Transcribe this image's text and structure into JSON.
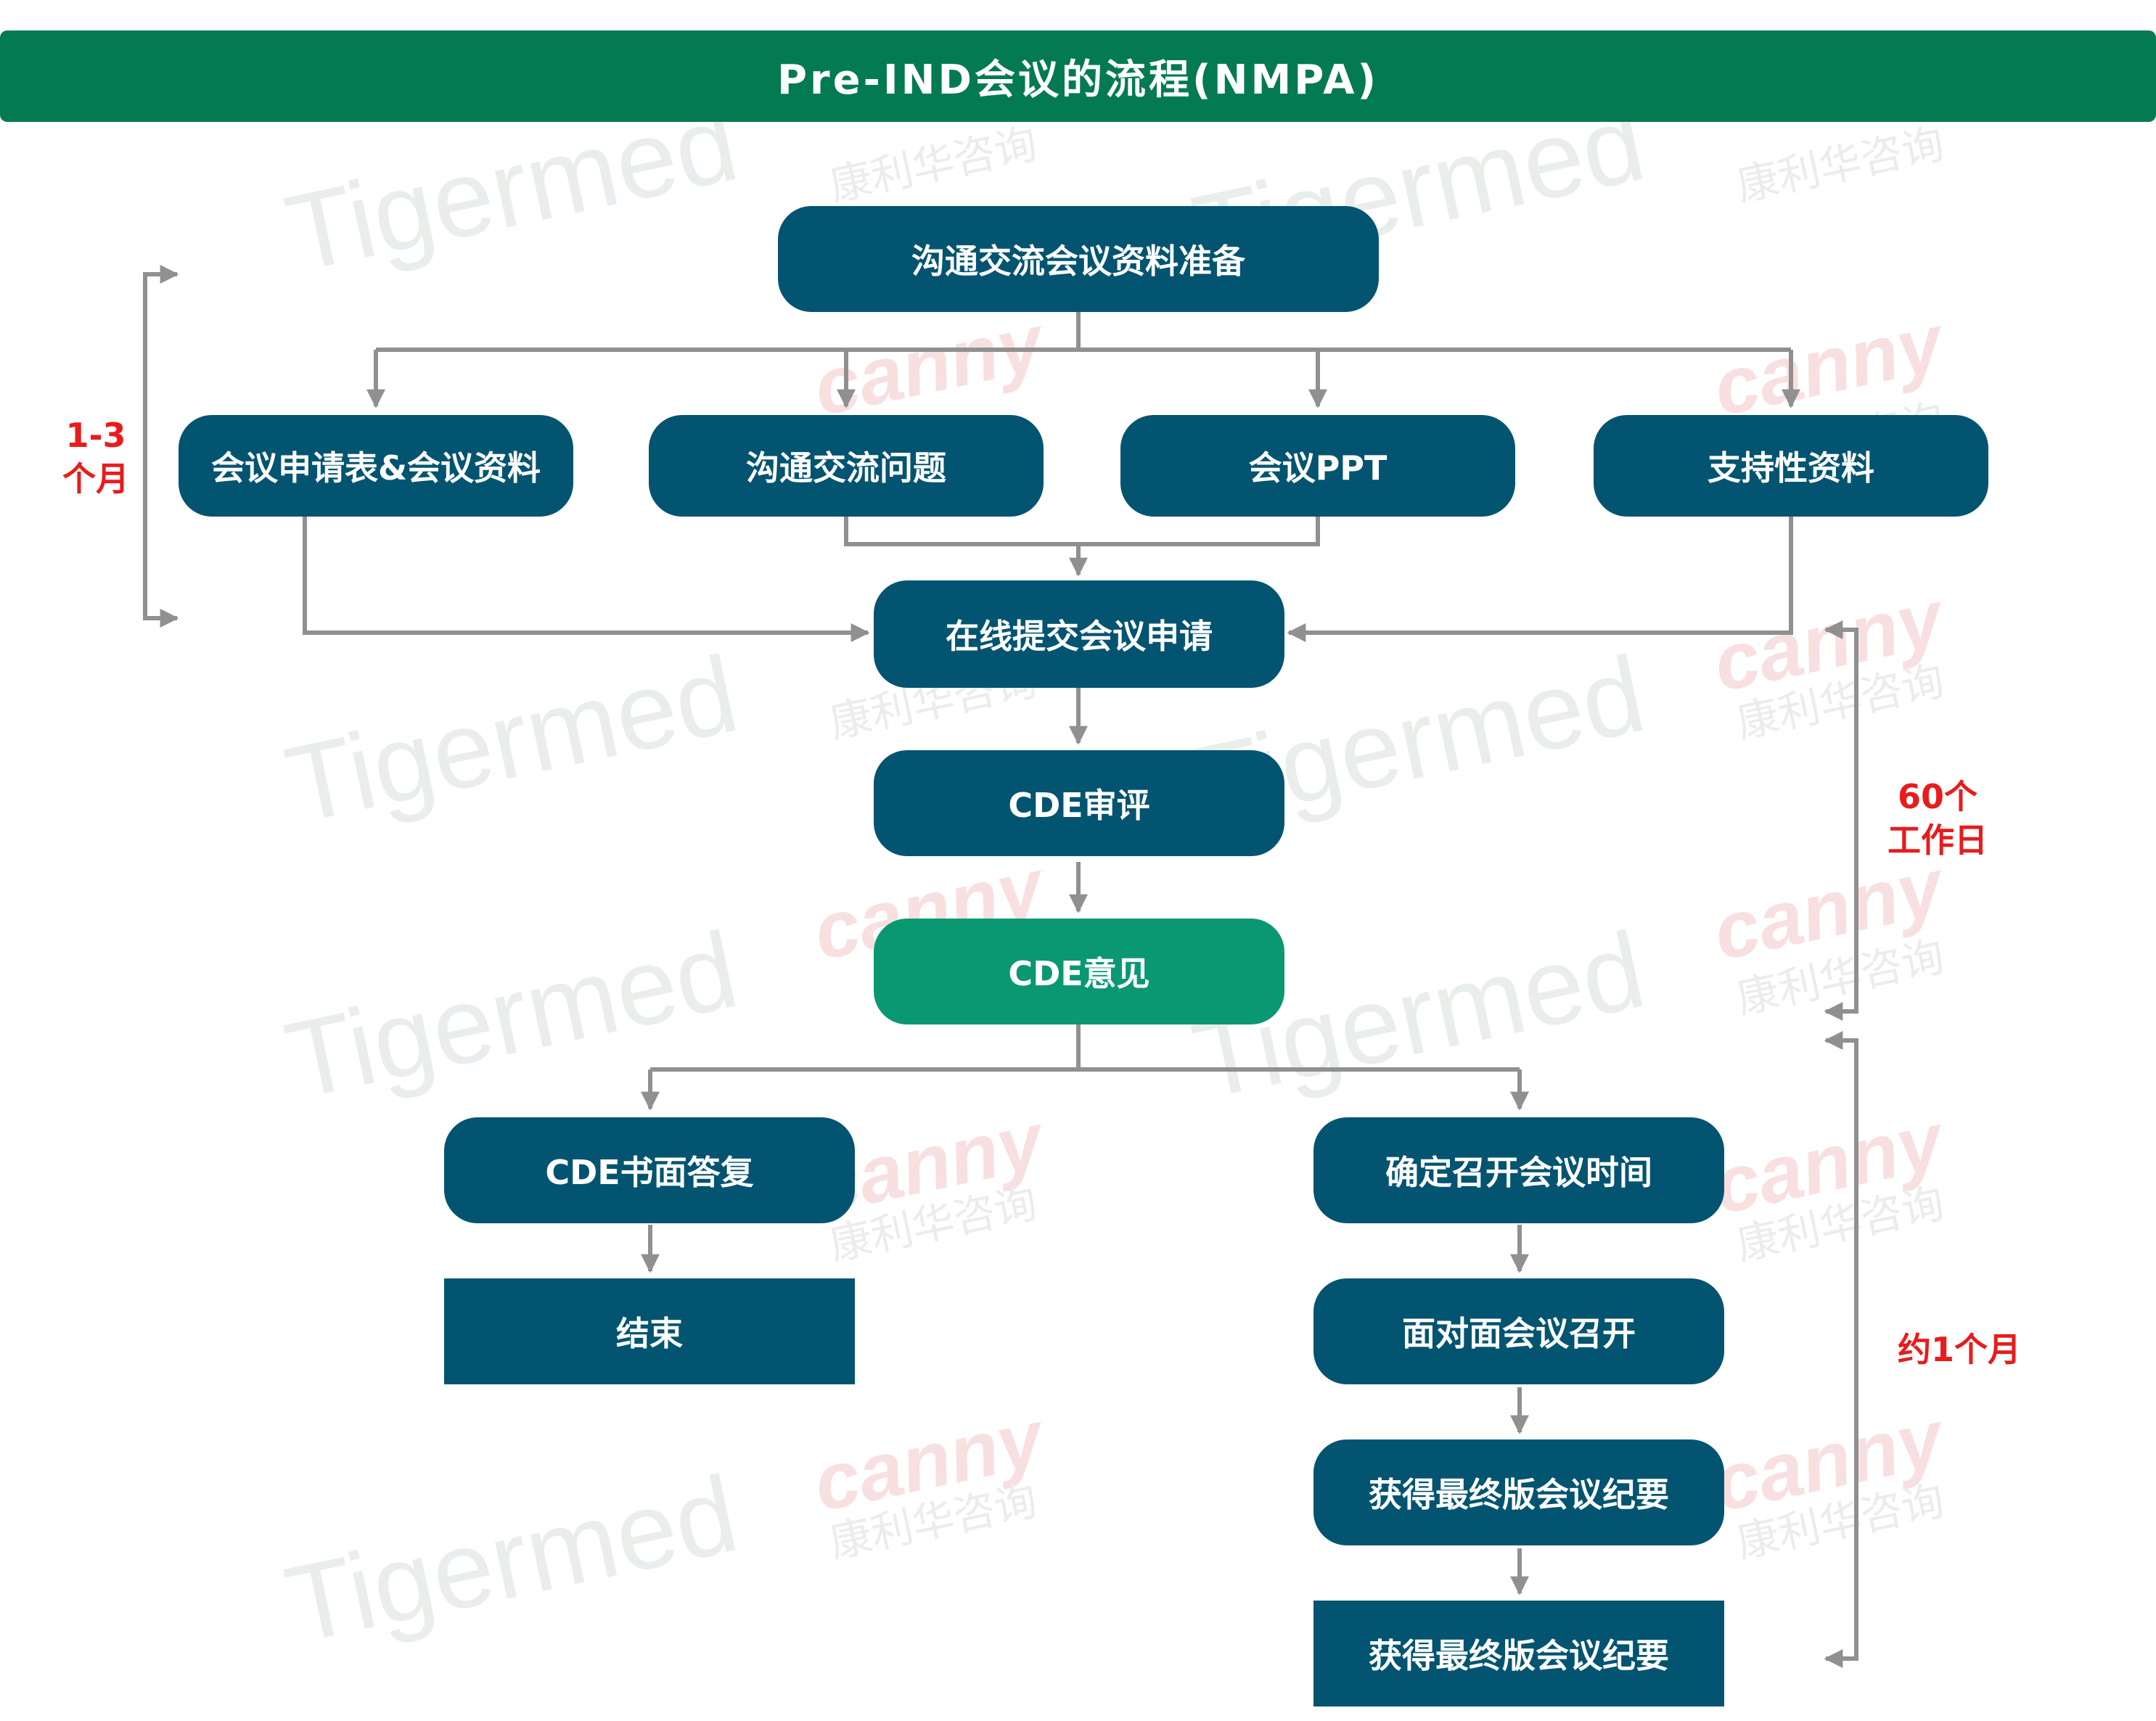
{
  "title": "Pre-IND会议的流程(NMPA)",
  "nodes": {
    "prep": "沟通交流会议资料准备",
    "form": "会议申请表&会议资料",
    "questions": "沟通交流问题",
    "ppt": "会议PPT",
    "support": "支持性资料",
    "submit": "在线提交会议申请",
    "review": "CDE审评",
    "opinion": "CDE意见",
    "written": "CDE书面答复",
    "end": "结束",
    "schedule": "确定召开会议时间",
    "meeting": "面对面会议召开",
    "minutes1": "获得最终版会议纪要",
    "minutes2": "获得最终版会议纪要"
  },
  "durations": {
    "d1_line1": "1-3",
    "d1_line2": "个月",
    "d2_line1": "60个",
    "d2_line2": "工作日",
    "d3": "约1个月"
  },
  "watermarks": {
    "tigermed": "Tigermed",
    "canny": "canny",
    "kangli": "康利华咨询"
  },
  "colors": {
    "title_bg": "#047a52",
    "node_bg": "#035471",
    "node_highlight": "#0a9873",
    "connector": "#909090",
    "duration_text": "#e81c1c"
  }
}
